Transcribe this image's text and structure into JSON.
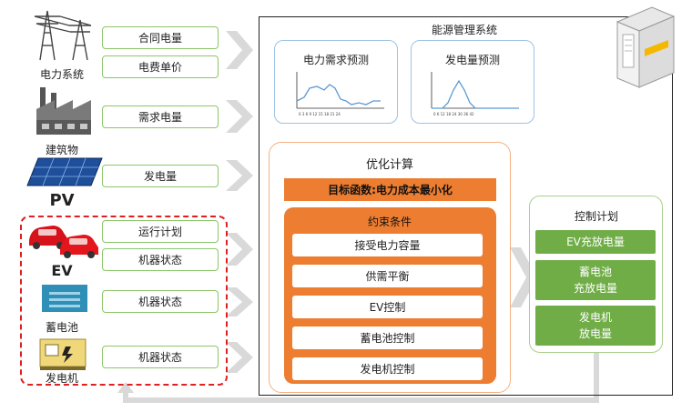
{
  "system_title": "能源管理系统",
  "sources": {
    "power_system": "电力系统",
    "building": "建筑物",
    "pv": "PV",
    "ev": "EV",
    "battery": "蓄电池",
    "generator": "发电机"
  },
  "inputs": [
    "合同电量",
    "电费单价",
    "需求电量",
    "发电量",
    "运行计划",
    "机器状态",
    "机器状态",
    "机器状态"
  ],
  "forecast": {
    "demand_title": "电力需求预测",
    "generation_title": "发电量预测"
  },
  "optimization": {
    "title": "优化计算",
    "objective": "目标函数:电力成本最小化",
    "constraints_title": "约束条件",
    "constraints": [
      "接受电力容量",
      "供需平衡",
      "EV控制",
      "蓄电池控制",
      "发电机控制"
    ]
  },
  "control": {
    "title": "控制计划",
    "items": [
      "EV充放电量",
      "蓄电池\n充放电量",
      "发电机\n放电量"
    ]
  },
  "colors": {
    "orange": "#ed7d31",
    "light_orange": "#f4b183",
    "green": "#70ad47",
    "light_green": "#a9d18e",
    "red_dashed": "#e02020",
    "chart_blue": "#5b9bd5",
    "arrow_gray": "#d9d9d9"
  },
  "icons": [
    "power-tower-icon",
    "factory-icon",
    "solar-panel-icon",
    "ev-car-icon",
    "battery-icon",
    "generator-icon",
    "server-icon"
  ]
}
